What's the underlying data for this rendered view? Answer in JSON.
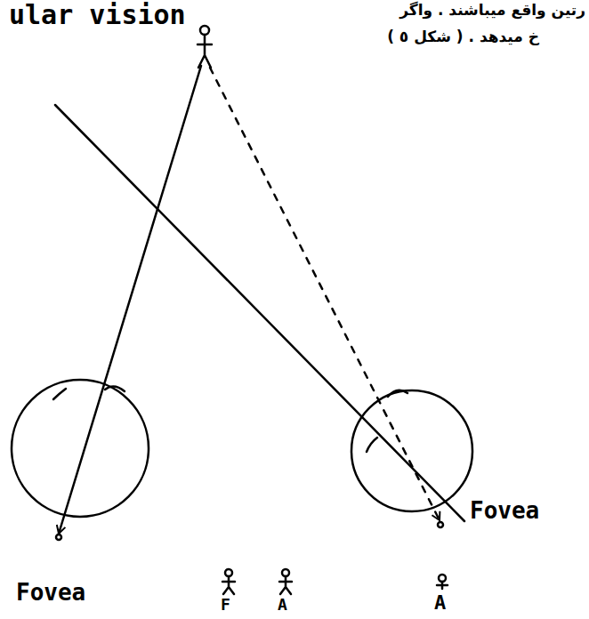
{
  "diagram": {
    "labels": [
      "ular vision",
      "رتین واقع میباشند . واگر",
      "خ میدهد . ( شکل ٥ )",
      "Fovea",
      "Fovea",
      "F",
      "A",
      "A"
    ]
  }
}
